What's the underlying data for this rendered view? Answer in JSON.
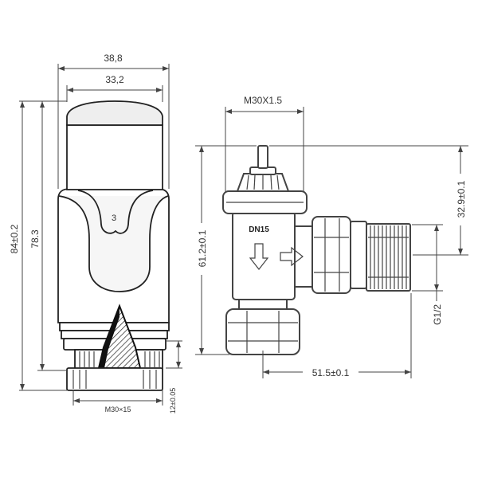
{
  "head": {
    "width_outer": "38,8",
    "width_inner": "33,2",
    "height_total": "84±0.2",
    "height_body": "78.3",
    "setting": "3",
    "thread": "M30×15",
    "thread_length": "12±0.05"
  },
  "valve": {
    "thread": "M30X1.5",
    "height": "61.2±0.1",
    "outlet_offset": "32.9±0.1",
    "connection": "G1/2",
    "length": "51.5±0.1",
    "body_mark": "DN15"
  },
  "colors": {
    "background": "#ffffff",
    "head_line": "#222222",
    "valve_line": "#444444"
  }
}
